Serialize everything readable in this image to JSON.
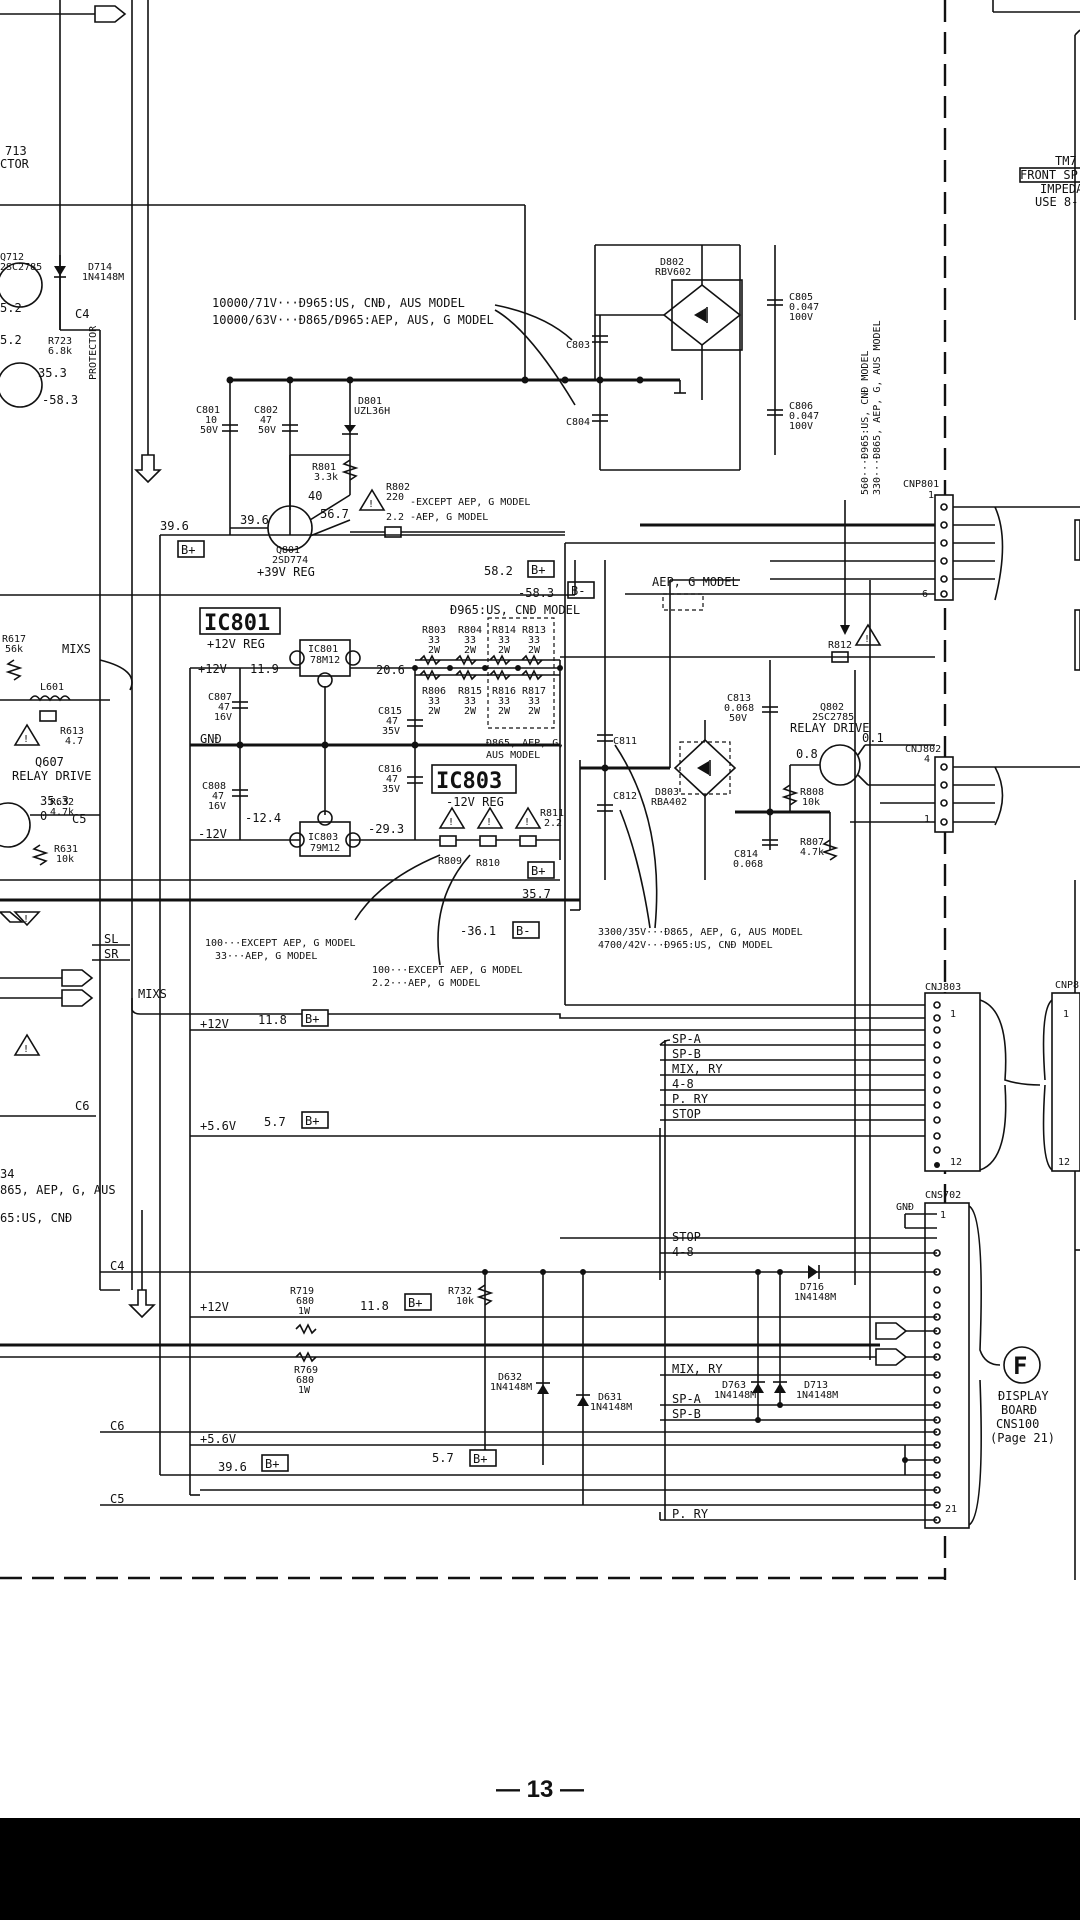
{
  "page": {
    "number_text": "— 13 —"
  },
  "ic_labels": {
    "ic801": {
      "name": "IC801",
      "desc": "+12V REG",
      "part": "IC801",
      "part_no": "78M12"
    },
    "ic803": {
      "name": "IC803",
      "desc": "-12V REG",
      "part": "IC803",
      "part_no": "79M12"
    }
  },
  "transistors": {
    "q801": {
      "name": "Q801",
      "part": "2SD774",
      "desc": "+39V REG"
    },
    "q802": {
      "name": "Q802",
      "part": "2SC2785",
      "desc": "RELAY DRIVE"
    },
    "q607": {
      "name": "Q607",
      "desc": "RELAY DRIVE"
    },
    "q712": {
      "name": "Q712",
      "part": "2SC2785"
    }
  },
  "diodes": {
    "d802": {
      "name": "D802",
      "part": "RBV602"
    },
    "d803": {
      "name": "D803",
      "part": "RBA402"
    },
    "d801": {
      "name": "D801",
      "part": "UZL36H"
    },
    "d714": {
      "name": "D714",
      "part": "1N4148M"
    },
    "d632": {
      "name": "D632",
      "part": "1N4148M"
    },
    "d631": {
      "name": "D631",
      "part": "1N4148M"
    },
    "d763": {
      "name": "D763",
      "part": "1N4148M"
    },
    "d713": {
      "name": "D713",
      "part": "1N4148M"
    },
    "d716": {
      "name": "D716",
      "part": "1N4148M"
    }
  },
  "capacitors": {
    "c801": [
      "C801",
      "10",
      "50V"
    ],
    "c802": [
      "C802",
      "47",
      "50V"
    ],
    "c803": "C803",
    "c804": "C804",
    "c805": [
      "C805",
      "0.047",
      "100V"
    ],
    "c806": [
      "C806",
      "0.047",
      "100V"
    ],
    "c807": [
      "C807",
      "47",
      "16V"
    ],
    "c808": [
      "C808",
      "47",
      "16V"
    ],
    "c811": "C811",
    "c812": "C812",
    "c813": [
      "C813",
      "0.068",
      "50V"
    ],
    "c814": [
      "C814",
      "0.068"
    ],
    "c815": [
      "C815",
      "47",
      "35V"
    ],
    "c816": [
      "C816",
      "47",
      "35V"
    ]
  },
  "resistors": {
    "r801": [
      "R801",
      "3.3k"
    ],
    "r802": [
      "R802",
      "220",
      "2.2"
    ],
    "r803": [
      "R803",
      "33",
      "2W"
    ],
    "r804": [
      "R804",
      "33",
      "2W"
    ],
    "r814": [
      "R814",
      "33",
      "2W"
    ],
    "r813": [
      "R813",
      "33",
      "2W"
    ],
    "r806": [
      "R806",
      "33",
      "2W"
    ],
    "r815": [
      "R815",
      "33",
      "2W"
    ],
    "r816": [
      "R816",
      "33",
      "2W"
    ],
    "r817": [
      "R817",
      "33",
      "2W"
    ],
    "r808": [
      "R808",
      "10k"
    ],
    "r807": [
      "R807",
      "4.7k"
    ],
    "r809": "R809",
    "r810": "R810",
    "r811": [
      "R811",
      "2.2"
    ],
    "r812": "R812",
    "r617": [
      "R617",
      "56k"
    ],
    "r613": [
      "R613",
      "4.7"
    ],
    "r632": [
      "R632",
      "4.7k"
    ],
    "r631": [
      "R631",
      "10k"
    ],
    "r723": [
      "R723",
      "6.8k"
    ],
    "r719": [
      "R719",
      "680",
      "1W"
    ],
    "r769": [
      "R769",
      "680",
      "1W"
    ],
    "r732": [
      "R732",
      "10k"
    ],
    "l601": "L601"
  },
  "notes": {
    "c803_values_1": "10000/71V···Ð965:US, CNÐ, AUS MODEL",
    "c803_values_2": "10000/63V···Ð865/Ð965:AEP, AUS, G MODEL",
    "r802_note_1": "-EXCEPT AEP, G MODEL",
    "r802_note_2": "-AEP, G MODEL",
    "r812_note_1": "560···Ð965:US, CNÐ MODEL",
    "r812_note_2": "330···Ð865, AEP, G, AUS MODEL",
    "aep_g_model": "AEP, G MODEL",
    "d965_note": "Ð965:US, CNÐ MODEL",
    "d865_note_1": "Ð865, AEP, G,",
    "d865_note_2": "AUS MODEL",
    "r809_note_1": "100···EXCEPT AEP, G MODEL",
    "r809_note_2": "33···AEP, G MODEL",
    "r810_note_1": "100···EXCEPT AEP, G MODEL",
    "r810_note_2": "2.2···AEP, G MODEL",
    "c811_note_1": "3300/35V···Ð865, AEP, G, AUS MODEL",
    "c811_note_2": "4700/42V···Ð965:US, CNÐ MODEL",
    "left_note_1": "34",
    "left_note_2": "865, AEP, G, AUS",
    "left_note_3": "65:US, CNÐ",
    "top_left_1": "713",
    "top_left_2": "CTOR",
    "protector": "PROTECTOR",
    "tm_1": "TM7",
    "tm_2": "FRONT SP",
    "tm_3": "IMPEDA",
    "tm_4": "USE 8-"
  },
  "voltages": {
    "v39_6_a": "39.6",
    "v39_6_b": "39.6",
    "v40": "40",
    "v56_7": "56.7",
    "v58_2": "58.2",
    "vm58_3": "-58.3",
    "vm58_3_left": "-58.3",
    "v11_9": "11.9",
    "v20_6": "20.6",
    "vm12_4": "-12.4",
    "vm29_3": "-29.3",
    "v35_7": "35.7",
    "vm36_1": "-36.1",
    "v0_8": "0.8",
    "v0_1": "0.1",
    "v35_3": "35.3",
    "v0": "0",
    "v5_2_a": "5.2",
    "v5_2_b": "5.2",
    "v11_8_a": "11.8",
    "v11_8_b": "11.8",
    "v5_7_a": "5.7",
    "v5_7_b": "5.7",
    "v39_6_bottom": "39.6"
  },
  "rails": {
    "p12v": "+12V",
    "gnd": "GNÐ",
    "m12v": "-12V",
    "p12v_b": "+12V",
    "p5_6v": "+5.6V",
    "p12v_c": "+12V",
    "p5_6v_b": "+5.6V",
    "b_plus": "B+",
    "b_minus": "B-"
  },
  "signals": {
    "sl": "SL",
    "sr": "SR",
    "mixs_a": "MIXS",
    "mixs_b": "MIXS",
    "c4_a": "C4",
    "c4_b": "C4",
    "c5_a": "C5",
    "c5_b": "C5",
    "c6_a": "C6",
    "c6_b": "C6",
    "gnd_cns702": "GNÐ"
  },
  "connectors": {
    "cnp801": {
      "name": "CNP801",
      "pin_first": "1",
      "pin_last": "6"
    },
    "cnj802": {
      "name": "CNJ802",
      "pin_first": "4",
      "pin_last": "1"
    },
    "cnj803": {
      "name": "CNJ803",
      "pin_first": "1",
      "pin_last": "12",
      "signals": [
        "SP-A",
        "SP-B",
        "MIX, RY",
        "4-8",
        "P. RY",
        "STOP"
      ]
    },
    "cnp8": {
      "name": "CNP8",
      "pin_first": "1",
      "pin_last": "12"
    },
    "cns702": {
      "name": "CNS702",
      "pin_last": "21",
      "signals_a": [
        "STOP",
        "4-8"
      ],
      "signals_b": [
        "MIX, RY",
        "SP-A",
        "SP-B"
      ],
      "signal_p_ry": "P. RY"
    }
  },
  "display_board": {
    "badge": "F",
    "line1": "ÐISPLAY",
    "line2": "BOARÐ",
    "line3": "CNS100",
    "line4": "(Page 21)"
  },
  "warning_glyph": "!"
}
